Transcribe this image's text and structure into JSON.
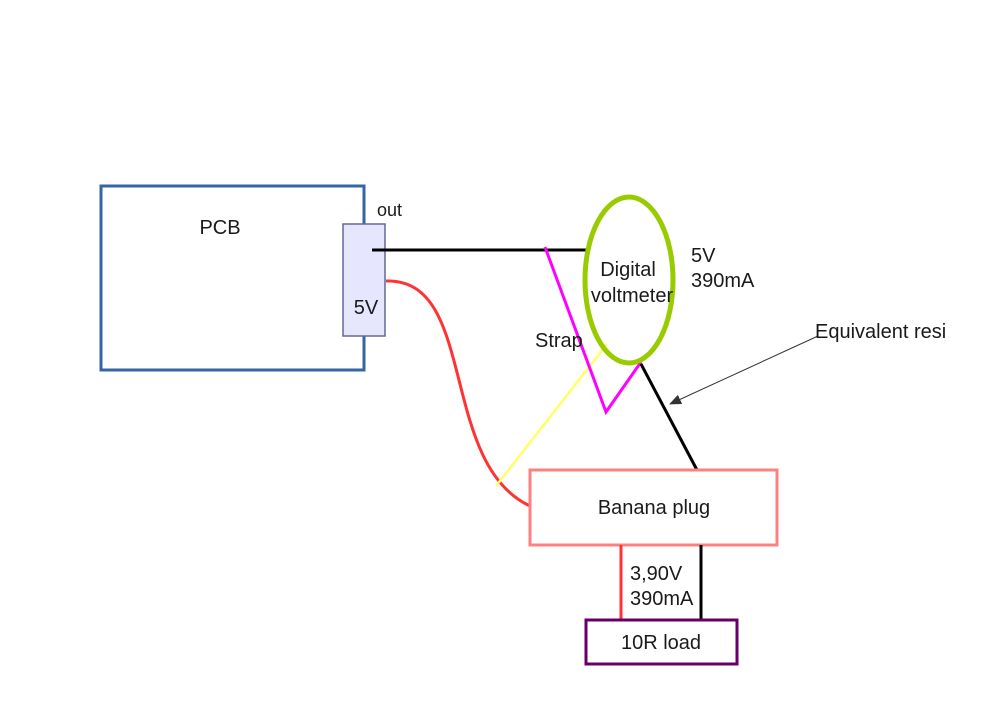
{
  "labels": {
    "pcb": "PCB",
    "out": "out",
    "connector_voltage": "5V",
    "meter_line1": "Digital",
    "meter_line2": "voltmeter",
    "meter_voltage": "5V",
    "meter_current": "390mA",
    "strap": "Strap",
    "equivalent": "Equivalent resi",
    "banana": "Banana plug",
    "load_voltage": "3,90V",
    "load_current": "390mA",
    "load": "10R load"
  },
  "colors": {
    "pcb_border": "#3465a4",
    "connector_fill": "#e6e6ff",
    "connector_border": "#666699",
    "wire_black": "#000000",
    "wire_red": "#ff3333",
    "meter_ring": "#99cc00",
    "strap": "#ff00ff",
    "strap_yellow": "#ffff66",
    "banana_border": "#ff8080",
    "load_border": "#660066",
    "arrow": "#333333"
  }
}
